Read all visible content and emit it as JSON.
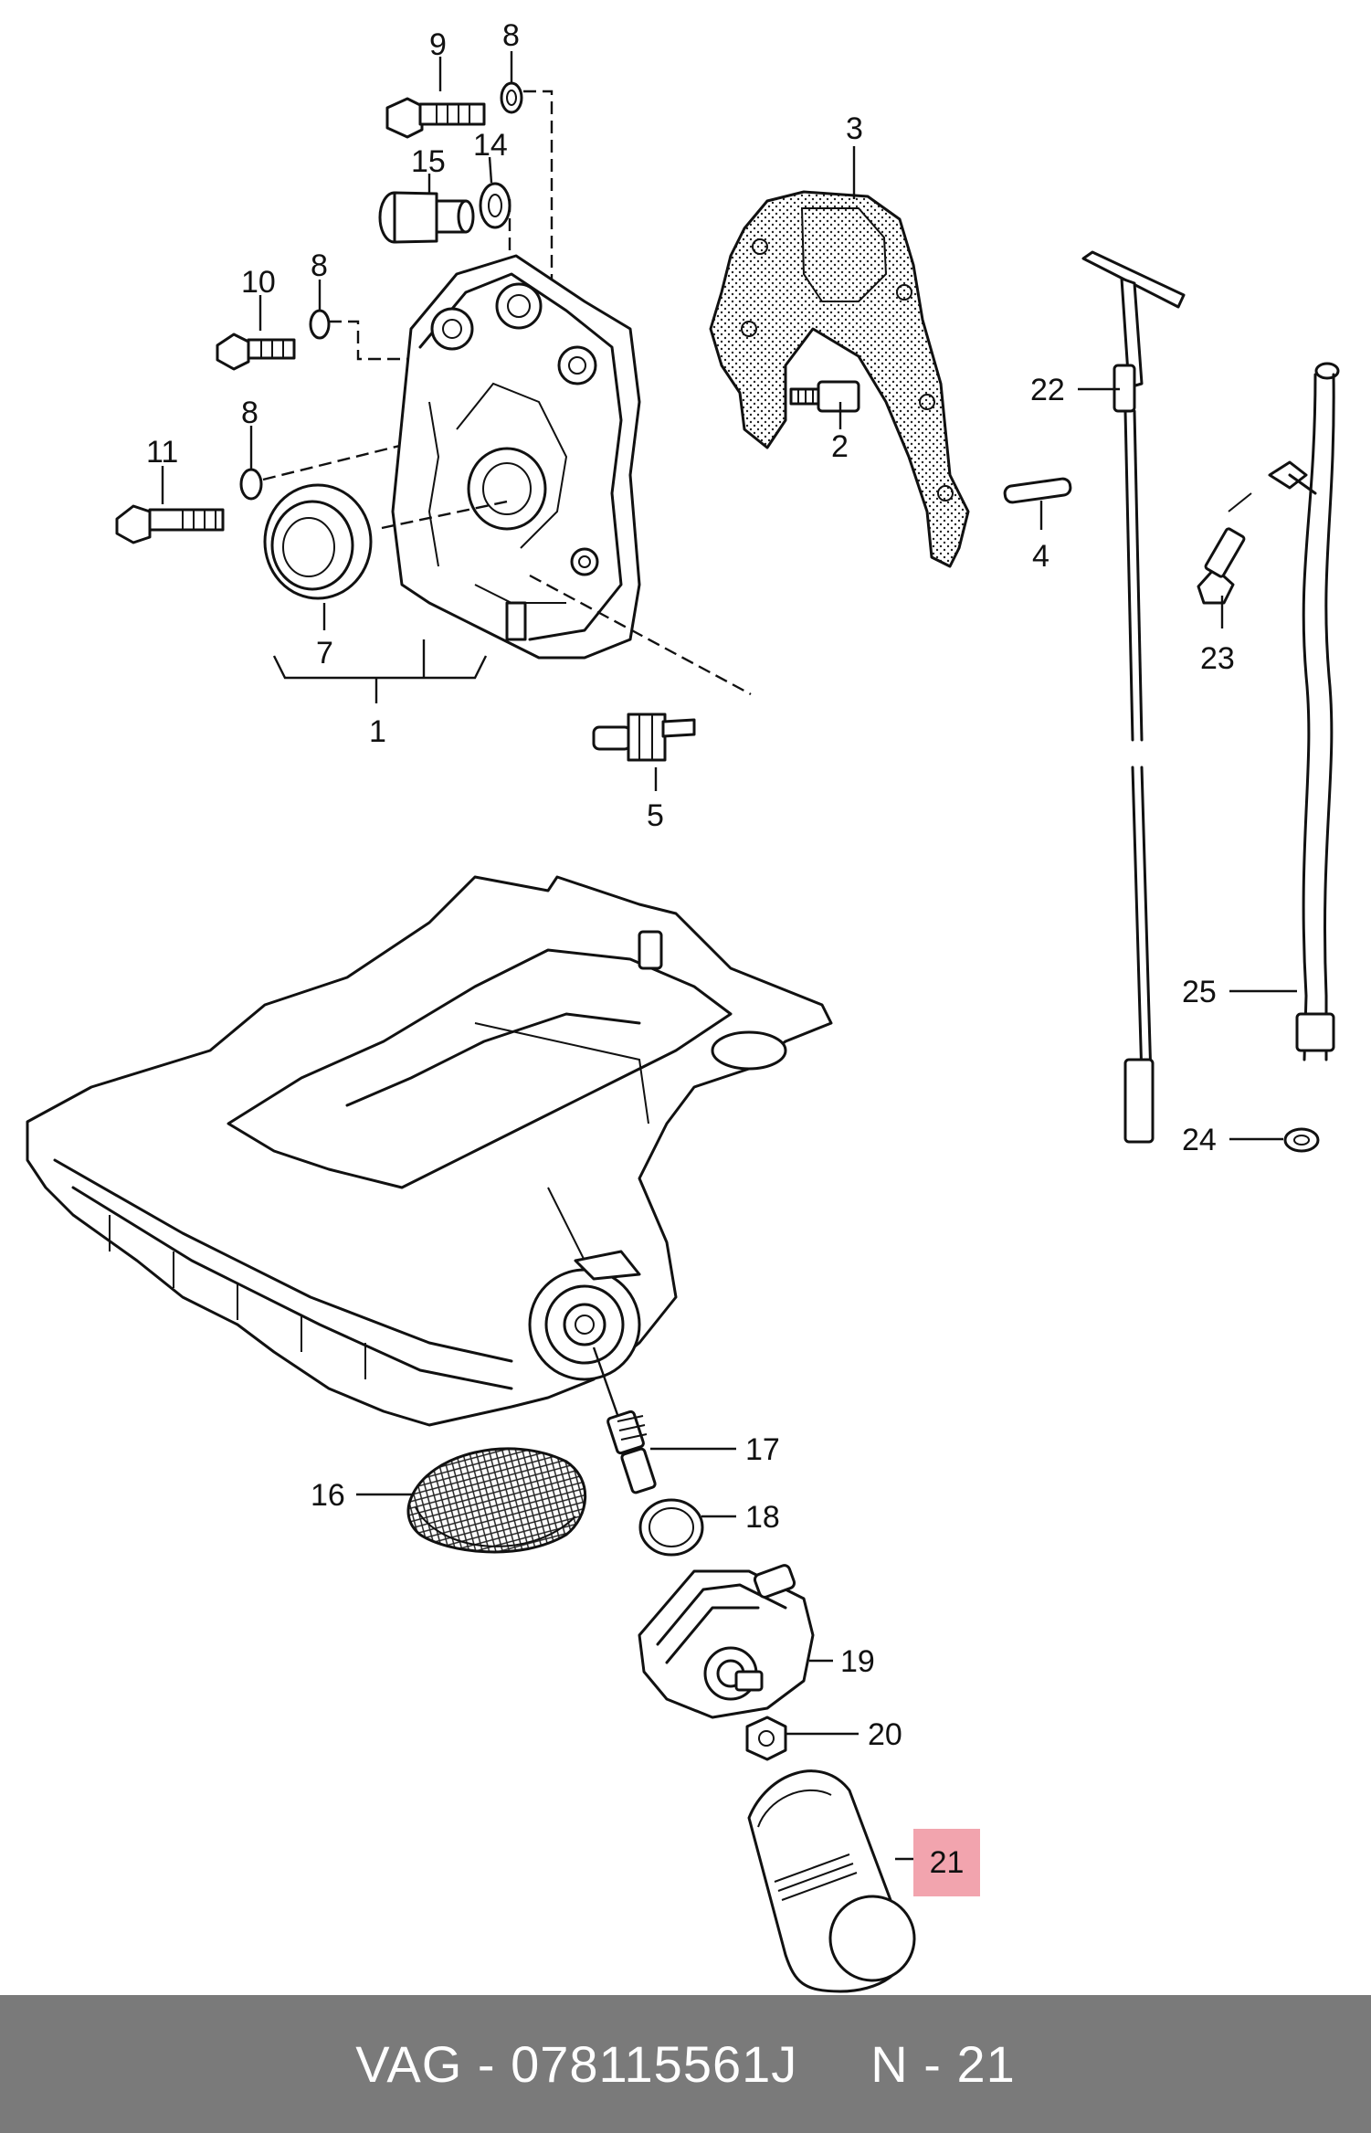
{
  "diagram": {
    "callouts": [
      "9",
      "8",
      "14",
      "15",
      "10",
      "8",
      "8",
      "11",
      "7",
      "1",
      "3",
      "2",
      "4",
      "22",
      "23",
      "5",
      "25",
      "24",
      "16",
      "17",
      "18",
      "19",
      "20",
      "21"
    ]
  },
  "highlight": {
    "label": "21",
    "color": "#f2a4ae"
  },
  "footer": {
    "part_ref": "VAG - 078115561J",
    "item_ref": "N - 21",
    "background": "#7a7a7a"
  }
}
